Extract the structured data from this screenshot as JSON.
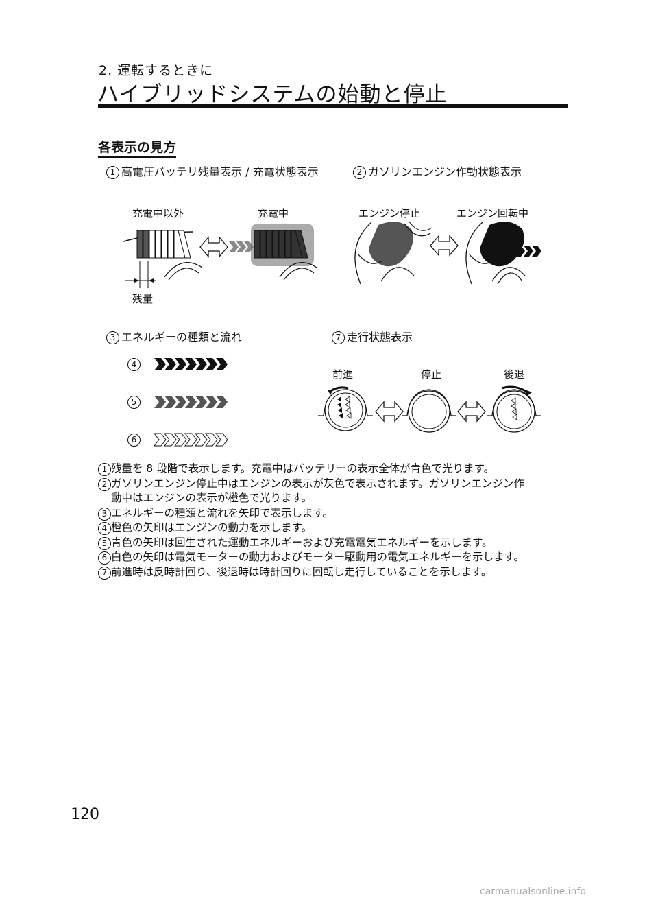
{
  "header": {
    "chapter": "2. 運転するときに",
    "title": "ハイブリッドシステムの始動と停止"
  },
  "section_title": "各表示の見方",
  "figures": {
    "battery": {
      "num": "1",
      "heading": "高電圧バッテリ残量表示 / 充電状態表示",
      "label_not_charging": "充電中以外",
      "label_charging": "充電中",
      "label_remaining": "残量"
    },
    "engine": {
      "num": "2",
      "heading": "ガソリンエンジン作動状態表示",
      "label_stopped": "エンジン停止",
      "label_running": "エンジン回転中"
    },
    "energy": {
      "num": "3",
      "heading": "エネルギーの種類と流れ",
      "rows": [
        {
          "num": "4",
          "style": "orange"
        },
        {
          "num": "5",
          "style": "blue"
        },
        {
          "num": "6",
          "style": "white"
        }
      ]
    },
    "drive": {
      "num": "7",
      "heading": "走行状態表示",
      "label_forward": "前進",
      "label_stop": "停止",
      "label_reverse": "後退"
    }
  },
  "descriptions": [
    {
      "num": "1",
      "text": "残量を 8 段階で表示します。充電中はバッテリーの表示全体が青色で光ります。"
    },
    {
      "num": "2",
      "text": "ガソリンエンジン停止中はエンジンの表示が灰色で表示されます。ガソリンエンジン作"
    },
    {
      "num": "",
      "text": "動中はエンジンの表示が橙色で光ります。"
    },
    {
      "num": "3",
      "text": "エネルギーの種類と流れを矢印で表示します。"
    },
    {
      "num": "4",
      "text": "橙色の矢印はエンジンの動力を示します。"
    },
    {
      "num": "5",
      "text": "青色の矢印は回生された運動エネルギーおよび充電電気エネルギーを示します。"
    },
    {
      "num": "6",
      "text": "白色の矢印は電気モーターの動力およびモーター駆動用の電気エネルギーを示します。"
    },
    {
      "num": "7",
      "text": "前進時は反時計回り、後退時は時計回りに回転し走行していることを示します。"
    }
  ],
  "page_number": "120",
  "footer": "carmanualsonline.info",
  "colors": {
    "ink": "#111111",
    "gray": "#555555",
    "dark_gray": "#333333",
    "light_gray": "#8a8a8a"
  }
}
